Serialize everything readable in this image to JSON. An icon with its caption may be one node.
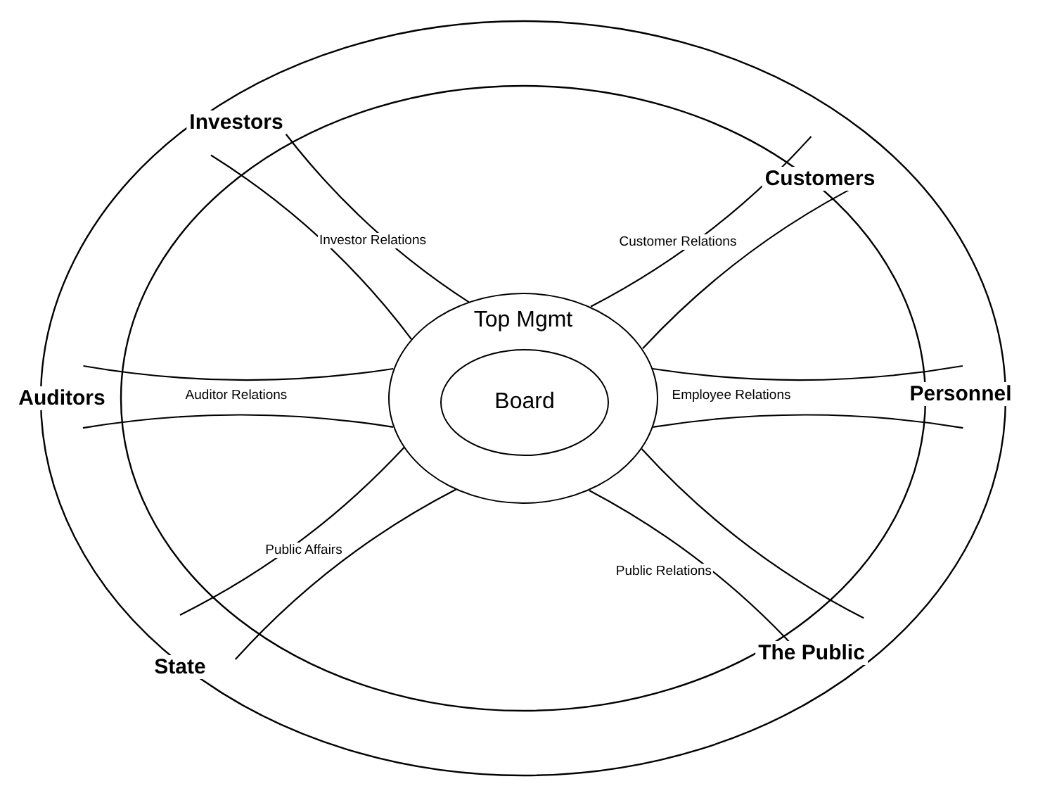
{
  "diagram": {
    "nodes": [
      {
        "text": [
          "Top Mgmt"
        ]
      },
      {
        "text": [
          "Board"
        ],
        "in": 0
      },
      {
        "text": [
          "Investor Relations"
        ]
      },
      {
        "text": [
          "Customer Relations"
        ]
      },
      {
        "text": [
          "Auditor Relations"
        ]
      },
      {
        "text": [
          "Employee Relations"
        ]
      },
      {
        "text": [
          "Public Affairs"
        ]
      },
      {
        "text": [
          "Public Relations"
        ]
      }
    ],
    "labels": [
      "Investors",
      "Customers",
      "Auditors",
      "Personnel",
      "State",
      "The Public"
    ]
  }
}
